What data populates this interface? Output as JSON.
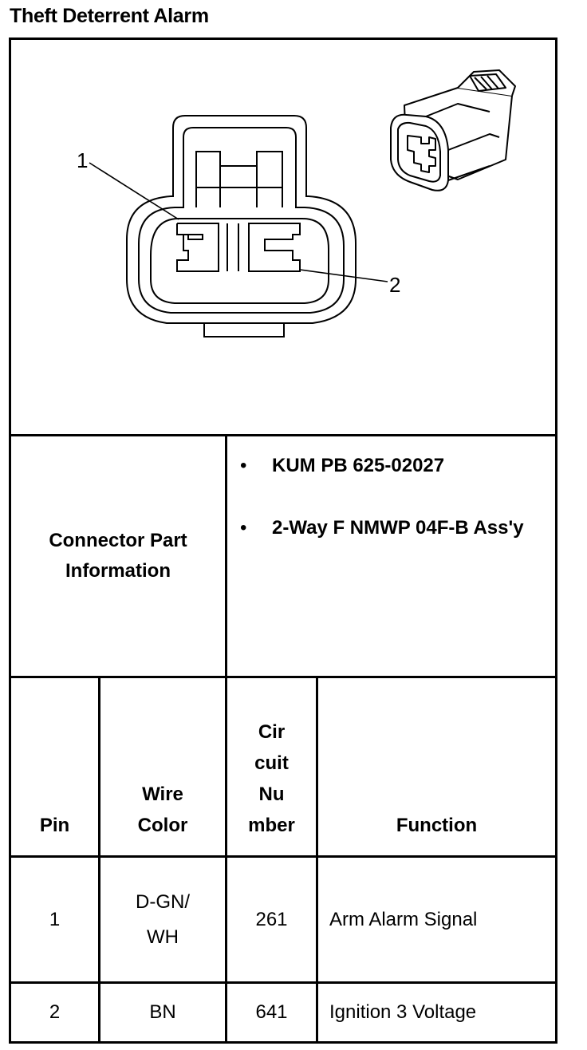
{
  "title": "Theft Deterrent Alarm",
  "diagram": {
    "pin_callouts": [
      "1",
      "2"
    ]
  },
  "connector_part_information": {
    "label_line1": "Connector Part",
    "label_line2": "Information",
    "items": [
      "KUM PB 625-02027",
      "2-Way F NMWP 04F-B Ass'y"
    ]
  },
  "table": {
    "headers": {
      "pin": "Pin",
      "wire_color_line1": "Wire",
      "wire_color_line2": "Color",
      "circuit_line1": "Cir",
      "circuit_line2": "cuit",
      "circuit_line3": "Nu",
      "circuit_line4": "mber",
      "function": "Function"
    },
    "rows": [
      {
        "pin": "1",
        "wire_color_line1": "D-GN/",
        "wire_color_line2": "WH",
        "circuit": "261",
        "function": "Arm Alarm Signal"
      },
      {
        "pin": "2",
        "wire_color": "BN",
        "circuit": "641",
        "function": "Ignition 3 Voltage"
      }
    ]
  }
}
